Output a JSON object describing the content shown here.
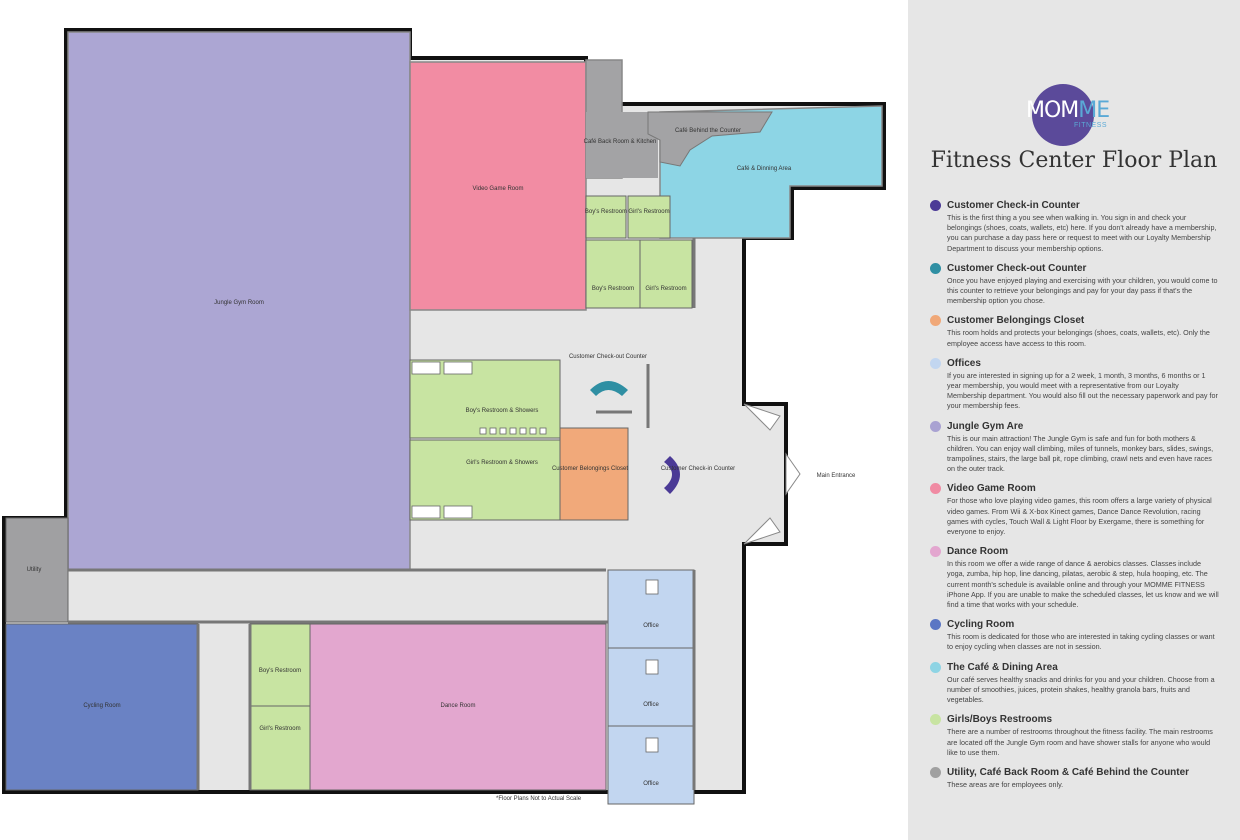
{
  "plan": {
    "rooms": {
      "jungle_gym": "Jungle Gym Room",
      "video_game": "Video Game Room",
      "cafe_back": "Café Back Room & Kitchen",
      "cafe_counter": "Café Behind the Counter",
      "cafe_dining": "Café & Dinning Area",
      "boys_restroom": "Boy's Restroom",
      "girls_restroom": "Girl's Restroom",
      "boys_restroom_showers": "Boy's Restroom & Showers",
      "girls_restroom_showers": "Girl's Restroom & Showers",
      "checkout": "Customer Check-out Counter",
      "belongings": "Customer Belongings Closet",
      "checkin": "Customer Check-in Counter",
      "main_entrance": "Main Entrance",
      "utility": "Utility",
      "cycling": "Cycling Room",
      "dance": "Dance Room",
      "office": "Office"
    },
    "footnote": "*Floor Plans Not to Actual Scale"
  },
  "panel": {
    "logo": {
      "main_a": "MOM",
      "main_b": "ME",
      "sub": "FITNESS"
    },
    "title": "Fitness Center Floor Plan",
    "legend": [
      {
        "name": "Customer Check-in Counter",
        "color": "#4b3a96",
        "desc": "This is the first thing a you see when walking in. You sign in and check your belongings (shoes, coats, wallets, etc) here. If you don't already have a membership, you can purchase a day pass here or request to meet with our Loyalty Membership Department to discuss your membership options."
      },
      {
        "name": "Customer Check-out Counter",
        "color": "#2f8fa3",
        "desc": "Once you have enjoyed playing and exercising with your children, you would come to this counter to retrieve your belongings and pay for your day pass if that's the membership option you chose."
      },
      {
        "name": "Customer Belongings Closet",
        "color": "#f0a878",
        "desc": "This room holds and protects your belongings (shoes, coats, wallets, etc). Only the employee access have access to this room."
      },
      {
        "name": "Offices",
        "color": "#c2d6f0",
        "desc": "If you are interested in signing up for a 2 week, 1 month, 3 months, 6 months or 1 year membership, you would meet with a representative from our Loyalty Membership department. You would also fill out the necessary paperwork and pay for your membership fees."
      },
      {
        "name": "Jungle Gym Are",
        "color": "#a9a2d2",
        "desc": "This is our main attraction! The Jungle Gym is safe and fun for both mothers & children. You can enjoy wall climbing, miles of tunnels, monkey bars, slides, swings, trampolines, stairs, the large ball pit, rope climbing, crawl nets and even have races on the outer track."
      },
      {
        "name": "Video Game Room",
        "color": "#f08ba3",
        "desc": "For those who love playing video games, this room offers a large variety of physical video games. From Wii & X-box Kinect games, Dance Dance Revolution, racing games with cycles, Touch Wall & Light Floor by Exergame, there is something for everyone to enjoy."
      },
      {
        "name": "Dance Room",
        "color": "#e3a6cf",
        "desc": "In this room we offer a wide range of dance & aerobics classes. Classes include yoga, zumba, hip hop, line dancing, pilatas, aerobic & step, hula hooping, etc. The current month's schedule is available online and through your MOMME FITNESS iPhone App. If you are unable to make the scheduled classes, let us know and we will find a time that works with your schedule."
      },
      {
        "name": "Cycling Room",
        "color": "#5b76c4",
        "desc": "This room is dedicated for those who are interested in taking cycling classes or want to enjoy cycling when classes are not in session."
      },
      {
        "name": "The Café & Dining Area",
        "color": "#8ed4e4",
        "desc": "Our café serves healthy snacks and drinks for you and your children. Choose from a number of smoothies, juices, protein shakes, healthy granola bars, fruits and vegetables."
      },
      {
        "name": "Girls/Boys Restrooms",
        "color": "#c8e4a2",
        "desc": "There are a number of restrooms throughout the fitness facility. The main restrooms are located off the Jungle Gym room and have shower stalls for anyone who would like to use them."
      },
      {
        "name": "Utility, Café Back Room & Café Behind the Counter",
        "color": "#a0a0a0",
        "desc": "These areas are for employees only."
      }
    ]
  }
}
